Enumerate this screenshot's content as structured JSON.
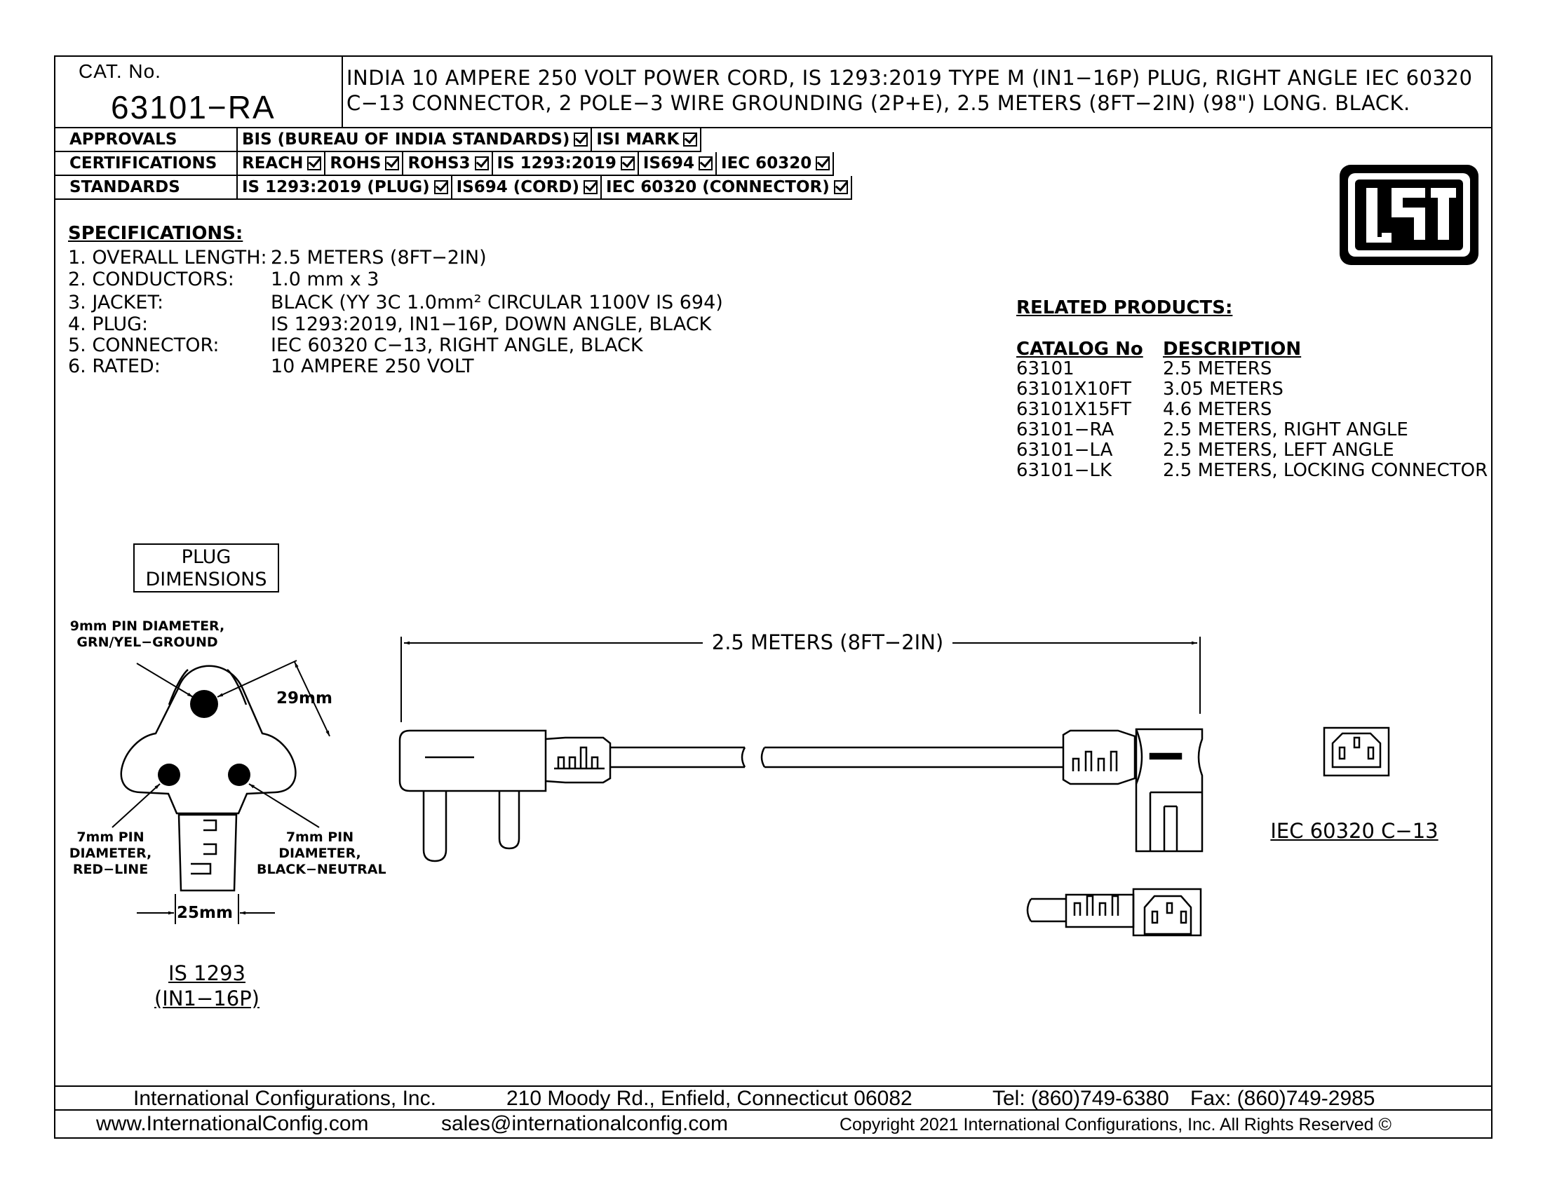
{
  "header": {
    "cat_label": "CAT. No.",
    "cat_number": "63101−RA",
    "title": "INDIA 10 AMPERE 250 VOLT POWER CORD, IS 1293:2019 TYPE M (IN1−16P) PLUG, RIGHT ANGLE IEC 60320 C−13 CONNECTOR, 2 POLE−3 WIRE GROUNDING (2P+E), 2.5 METERS (8FT−2IN) (98\") LONG. BLACK."
  },
  "certifications": {
    "approvals": {
      "label": "APPROVALS",
      "items": [
        "BIS (BUREAU OF INDIA STANDARDS)",
        "ISI MARK"
      ]
    },
    "certifications": {
      "label": "CERTIFICATIONS",
      "items": [
        "REACH",
        "ROHS",
        "ROHS3",
        "IS 1293:2019",
        "IS694",
        "IEC 60320"
      ]
    },
    "standards": {
      "label": "STANDARDS",
      "items": [
        "IS 1293:2019 (PLUG)",
        "IS694 (CORD)",
        "IEC 60320 (CONNECTOR)"
      ]
    }
  },
  "specifications": {
    "heading": "SPECIFICATIONS:",
    "rows": [
      {
        "label": "1. OVERALL LENGTH:",
        "value": "2.5 METERS (8FT−2IN)"
      },
      {
        "label": "2. CONDUCTORS:",
        "value": "1.0 mm x 3"
      },
      {
        "label": "3. JACKET:",
        "value": "BLACK (YY 3C 1.0mm² CIRCULAR 1100V IS 694)"
      },
      {
        "label": "4. PLUG:",
        "value": "IS 1293:2019, IN1−16P, DOWN ANGLE, BLACK"
      },
      {
        "label": "5. CONNECTOR:",
        "value": "IEC 60320 C−13, RIGHT ANGLE, BLACK"
      },
      {
        "label": "6. RATED:",
        "value": "10 AMPERE 250 VOLT"
      }
    ]
  },
  "related": {
    "heading": "RELATED PRODUCTS:",
    "col_catalog": "CATALOG No",
    "col_description": "DESCRIPTION",
    "rows": [
      {
        "catalog": "63101",
        "description": "2.5 METERS"
      },
      {
        "catalog": "63101X10FT",
        "description": "3.05 METERS"
      },
      {
        "catalog": "63101X15FT",
        "description": "4.6 METERS"
      },
      {
        "catalog": "63101−RA",
        "description": "2.5 METERS, RIGHT ANGLE"
      },
      {
        "catalog": "63101−LA",
        "description": "2.5 METERS, LEFT ANGLE"
      },
      {
        "catalog": "63101−LK",
        "description": "2.5 METERS, LOCKING CONNECTOR"
      }
    ]
  },
  "plug_diagram": {
    "box_line1": "PLUG",
    "box_line2": "DIMENSIONS",
    "ground_line1": "9mm PIN DIAMETER,",
    "ground_line2": "GRN/YEL−GROUND",
    "height_dim": "29mm",
    "left_line1": "7mm PIN",
    "left_line2": "DIAMETER,",
    "left_line3": "RED−LINE",
    "right_line1": "7mm PIN",
    "right_line2": "DIAMETER,",
    "right_line3": "BLACK−NEUTRAL",
    "width_dim": "25mm",
    "std_line1": "IS 1293",
    "std_line2": "(IN1−16P)"
  },
  "cord_diagram": {
    "length_dim": "2.5 METERS (8FT−2IN)",
    "connector_label": "IEC 60320 C−13"
  },
  "footer": {
    "company": "International Configurations, Inc.",
    "address": "210 Moody Rd., Enfield, Connecticut 06082",
    "tel": "Tel: (860)749-6380",
    "fax": "Fax: (860)749-2985",
    "website": "www.InternationalConfig.com",
    "email": "sales@internationalconfig.com",
    "copyright": "Copyright 2021 International Configurations, Inc. All Rights Reserved ©"
  }
}
